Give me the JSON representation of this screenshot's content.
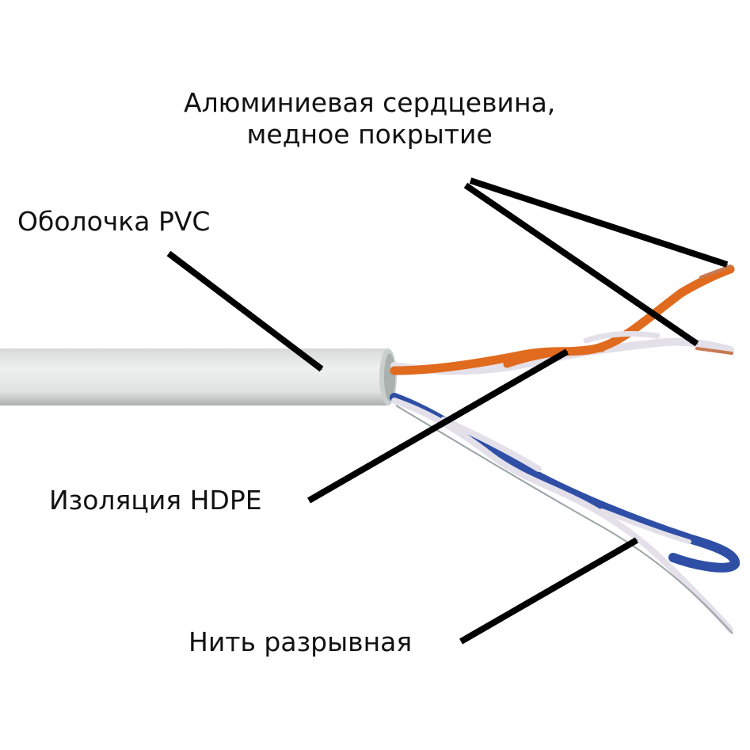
{
  "labels": {
    "core_line1": "Алюминиевая сердцевина,",
    "core_line2": "медное покрытие",
    "sheath": "Оболочка PVC",
    "insulation": "Изоляция HDPE",
    "thread": "Нить разрывная"
  },
  "colors": {
    "background": "#ffffff",
    "sheath": "#e3e6e5",
    "sheath_shadow": "#b9bfbd",
    "orange_wire": "#e06a1e",
    "blue_wire": "#2f4fa6",
    "white_wire": "#e4e0ea",
    "copper": "#c77a52",
    "arrow": "#000000",
    "text": "#111111"
  },
  "icons": [
    "arrow-icon"
  ]
}
